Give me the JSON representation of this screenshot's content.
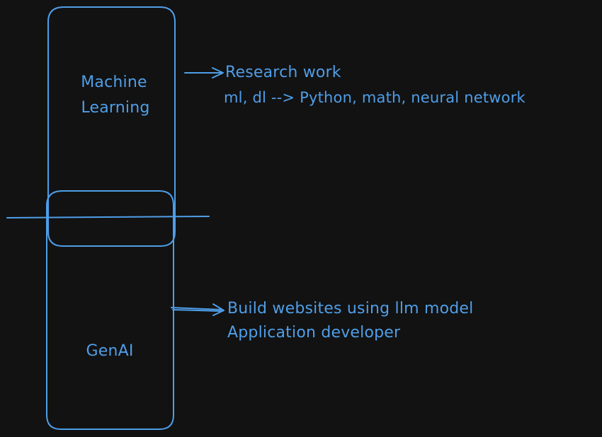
{
  "colors": {
    "background": "#121212",
    "stroke": "#4f9ee8"
  },
  "boxes": {
    "machine_learning": {
      "line1": "Machine",
      "line2": "Learning"
    },
    "genai": {
      "label": "GenAI"
    }
  },
  "notes": {
    "machine_learning": {
      "line1": "Research work",
      "line2": "ml, dl --> Python, math, neural network"
    },
    "genai": {
      "line1": "Build websites using llm model",
      "line2": "Application developer"
    }
  }
}
